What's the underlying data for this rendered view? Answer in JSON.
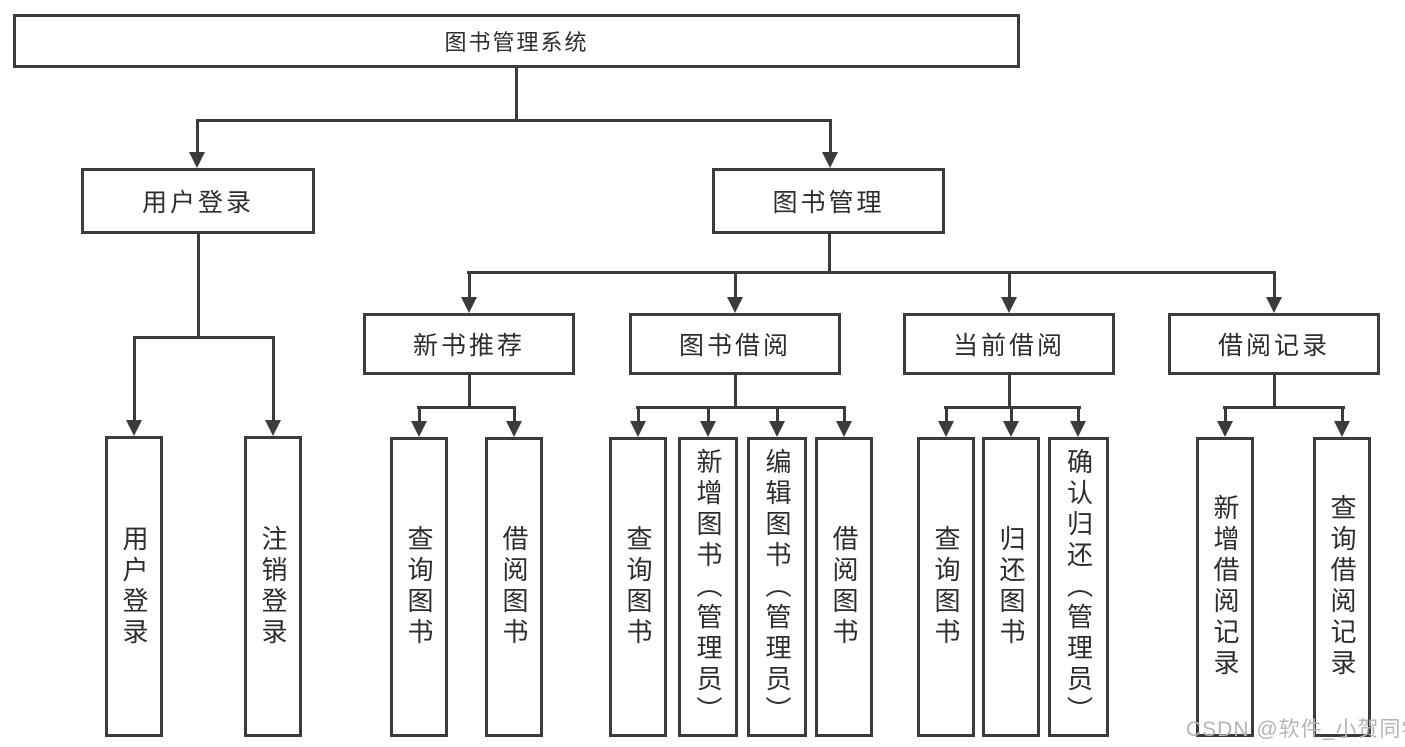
{
  "colors": {
    "line": "#3b3b3b",
    "text": "#2d2d2d",
    "background": "#ffffff",
    "watermark": "#b5b5b5"
  },
  "diagram": {
    "title": "图书管理系统",
    "branches": [
      {
        "label": "用户登录",
        "children": [
          {
            "label": "用户登录"
          },
          {
            "label": "注销登录"
          }
        ]
      },
      {
        "label": "图书管理",
        "children": [
          {
            "label": "新书推荐",
            "children": [
              {
                "label": "查询图书"
              },
              {
                "label": "借阅图书"
              }
            ]
          },
          {
            "label": "图书借阅",
            "children": [
              {
                "label": "查询图书"
              },
              {
                "label": "新增图书（管理员）"
              },
              {
                "label": "编辑图书（管理员）"
              },
              {
                "label": "借阅图书"
              }
            ]
          },
          {
            "label": "当前借阅",
            "children": [
              {
                "label": "查询图书"
              },
              {
                "label": "归还图书"
              },
              {
                "label": "确认归还（管理员）"
              }
            ]
          },
          {
            "label": "借阅记录",
            "children": [
              {
                "label": "新增借阅记录"
              },
              {
                "label": "查询借阅记录"
              }
            ]
          }
        ]
      }
    ]
  },
  "watermark": {
    "text": "CSDN @软件_小贺同学"
  }
}
